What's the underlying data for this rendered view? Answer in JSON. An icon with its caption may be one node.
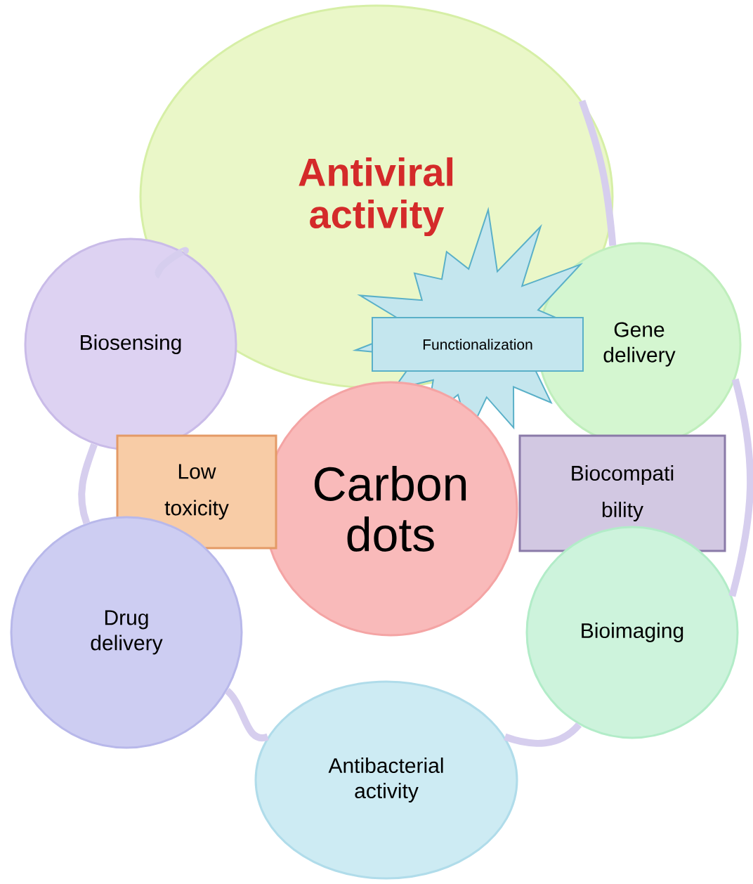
{
  "diagram": {
    "nodes": [
      {
        "text": [
          "Antiviral activity"
        ]
      },
      {
        "text": [
          "Biosensing"
        ]
      },
      {
        "text": [
          "Gene delivery"
        ]
      },
      {
        "text": [
          "Functionalization"
        ]
      },
      {
        "text": [
          "Carbon dots"
        ]
      },
      {
        "text": [
          "Low toxicity"
        ]
      },
      {
        "text": [
          "Biocompati bility"
        ]
      },
      {
        "text": [
          "Drug delivery"
        ]
      },
      {
        "text": [
          "Bioimaging"
        ]
      },
      {
        "text": [
          "Antibacterial activity"
        ]
      }
    ],
    "edges": [
      {
        "from": 0,
        "to": 1,
        "arrow": "none"
      },
      {
        "from": 1,
        "to": 7,
        "arrow": "none"
      },
      {
        "from": 7,
        "to": 9,
        "arrow": "none"
      },
      {
        "from": 9,
        "to": 8,
        "arrow": "none"
      },
      {
        "from": 8,
        "to": 2,
        "arrow": "none"
      },
      {
        "from": 2,
        "to": 0,
        "arrow": "none"
      }
    ]
  }
}
